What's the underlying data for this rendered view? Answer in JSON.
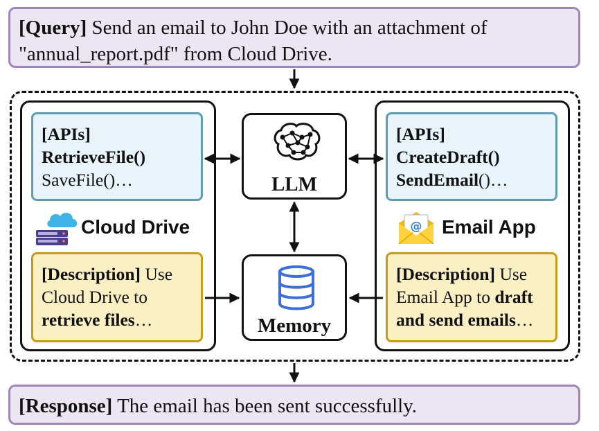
{
  "query": {
    "tag": "[Query]",
    "text": " Send an email to John Doe with an attachment of",
    "text_line2": "\"annual_report.pdf\" from Cloud Drive."
  },
  "left_module": {
    "apis_title": "[APIs]",
    "api_1": "RetrieveFile()",
    "api_2": "SaveFile()…",
    "app_name": "Cloud Drive",
    "icon": "cloud-server-icon",
    "desc_tag": "[Description]",
    "desc_1": " Use",
    "desc_2": "Cloud Drive to",
    "desc_3_bold": "retrieve files",
    "desc_3_tail": "…"
  },
  "right_module": {
    "apis_title": "[APIs]",
    "api_1": "CreateDraft()",
    "api_2_bold": "SendEmail",
    "api_2_tail": "()…",
    "app_name": "Email App",
    "icon": "email-envelope-icon",
    "desc_tag": "[Description]",
    "desc_1": " Use",
    "desc_2": "Email App to ",
    "desc_2_bold": "draft",
    "desc_3_bold": "and send emails",
    "desc_3_tail": "…"
  },
  "llm": {
    "label": "LLM",
    "icon": "brain-network-icon"
  },
  "memory": {
    "label": "Memory",
    "icon": "database-icon"
  },
  "response": {
    "tag": "[Response]",
    "text": " The email has been sent successfully."
  },
  "colors": {
    "purple_fill": "#ece6f3",
    "purple_border": "#9d86ba",
    "api_fill": "#e8f3fa",
    "api_border": "#5e9db0",
    "desc_fill": "#fbefc4",
    "desc_border": "#c99b1c",
    "icon_blue": "#3d6fd6"
  }
}
